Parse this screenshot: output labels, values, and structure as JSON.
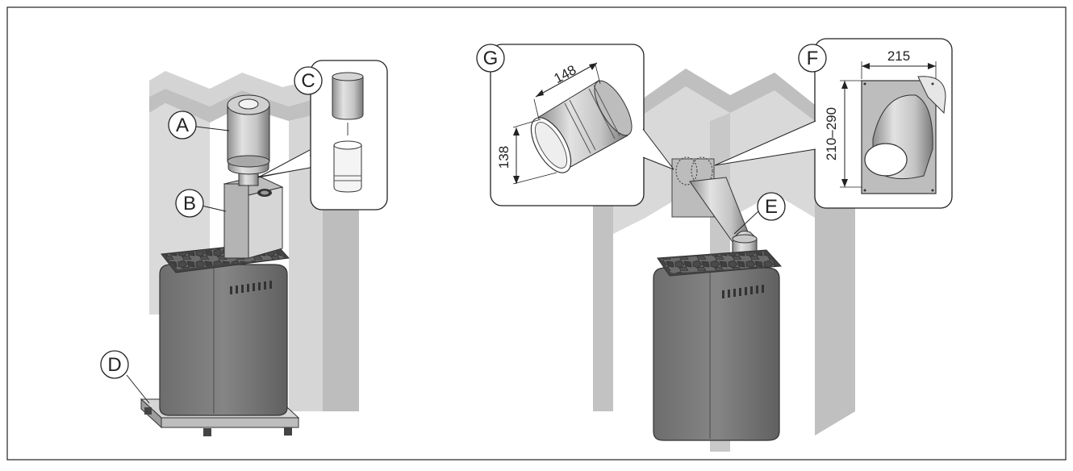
{
  "callouts": {
    "a": "A",
    "b": "B",
    "c": "C",
    "d": "D",
    "e": "E",
    "f": "F",
    "g": "G"
  },
  "dimensions": {
    "g_length": "148",
    "g_diameter": "138",
    "f_width": "215",
    "f_height": "210–290"
  },
  "colors": {
    "wall": "#d9d9d9",
    "wall_shadow": "#bcbcbc",
    "heater": "#7c7c7c",
    "heater_dark": "#5d5d5d",
    "metal": "#c9c9c9",
    "stone": "#555555",
    "outline": "#333333"
  }
}
